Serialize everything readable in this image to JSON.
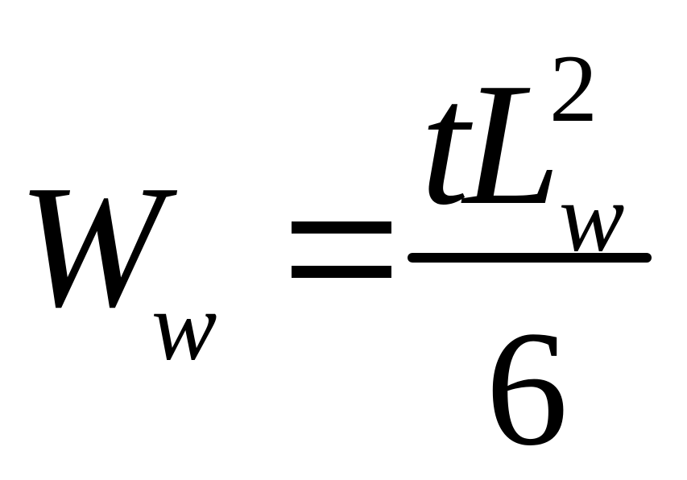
{
  "equation": {
    "lhs": {
      "symbol": "W",
      "subscript": "w"
    },
    "relation": "=",
    "rhs": {
      "numerator": {
        "factor1": "t",
        "factor2": "L",
        "factor2_subscript": "w",
        "factor2_exponent": "2"
      },
      "denominator": "6"
    }
  }
}
